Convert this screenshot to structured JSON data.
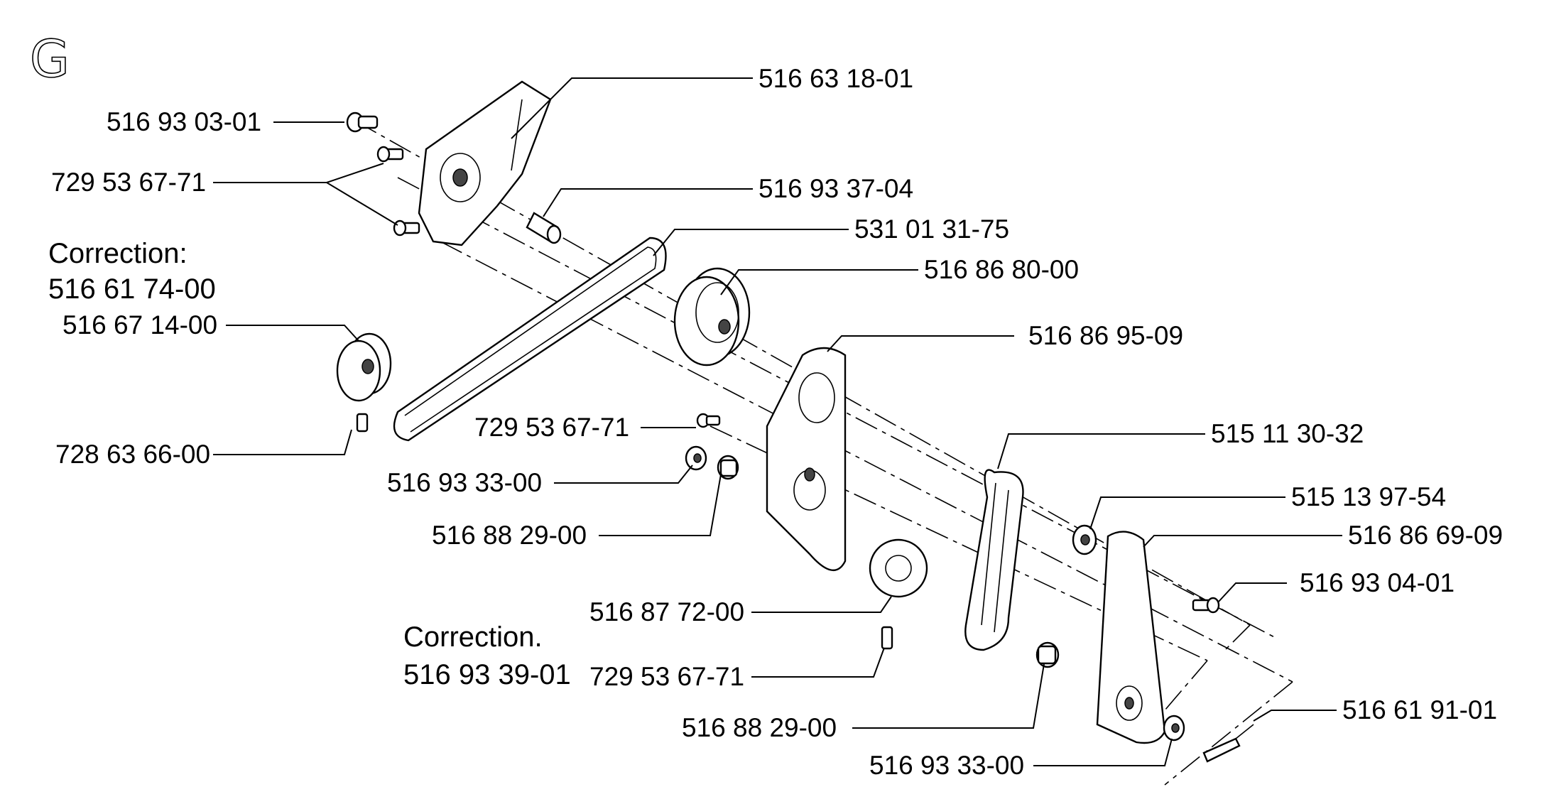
{
  "section_letter": "G",
  "parts": {
    "p_516_63_18_01": "516 63 18-01",
    "p_516_93_03_01": "516 93 03-01",
    "p_729_53_67_71_top": "729 53 67-71",
    "p_516_93_37_04": "516 93 37-04",
    "p_531_01_31_75": "531 01 31-75",
    "p_516_86_80_00": "516 86 80-00",
    "p_516_67_14_00": "516 67 14-00",
    "p_516_86_95_09": "516 86 95-09",
    "p_729_53_67_71_mid": "729 53 67-71",
    "p_728_63_66_00": "728 63 66-00",
    "p_515_11_30_32": "515 11 30-32",
    "p_516_93_33_00_left": "516 93 33-00",
    "p_515_13_97_54": "515 13 97-54",
    "p_516_88_29_00_left": "516 88 29-00",
    "p_516_86_69_09": "516 86 69-09",
    "p_516_93_04_01": "516 93 04-01",
    "p_516_87_72_00": "516 87 72-00",
    "p_729_53_67_71_bottom": "729 53 67-71",
    "p_516_88_29_00_right": "516 88 29-00",
    "p_516_61_91_01": "516 61 91-01",
    "p_516_93_33_00_bottom": "516 93 33-00"
  },
  "corrections": {
    "first_heading": "Correction:",
    "first_number": "516 61 74-00",
    "second_heading": "Correction.",
    "second_number": "516 93 39-01"
  }
}
